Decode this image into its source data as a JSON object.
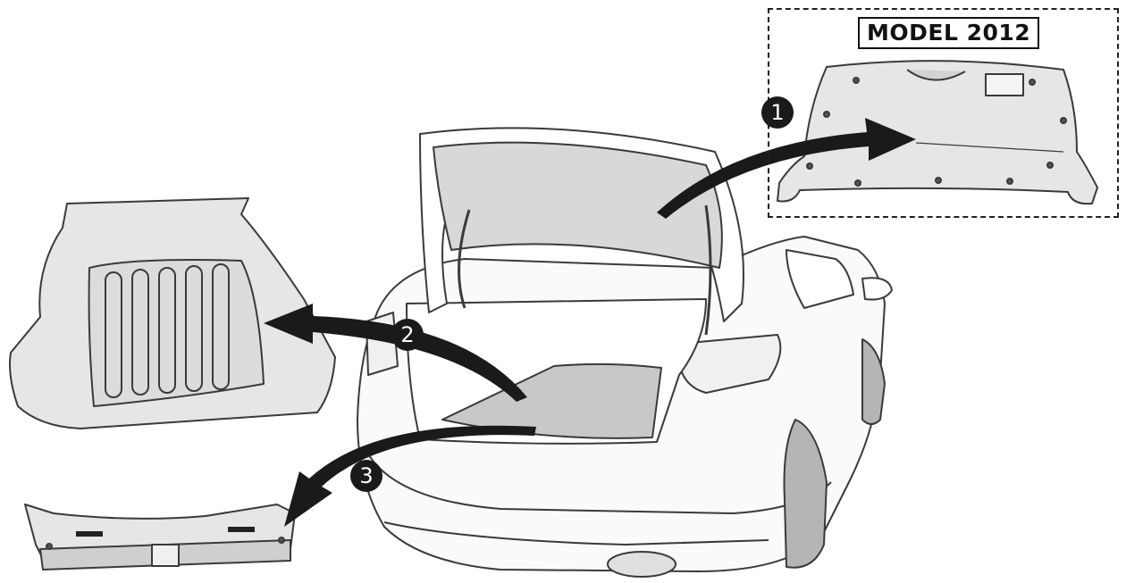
{
  "inset": {
    "label": "MODEL 2012"
  },
  "steps": [
    {
      "number": "1"
    },
    {
      "number": "2"
    },
    {
      "number": "3"
    }
  ],
  "colors": {
    "line": "#3a3a3a",
    "panel_fill": "#e6e6e6",
    "arrow": "#1a1a1a",
    "car_fill": "#fafafa"
  }
}
